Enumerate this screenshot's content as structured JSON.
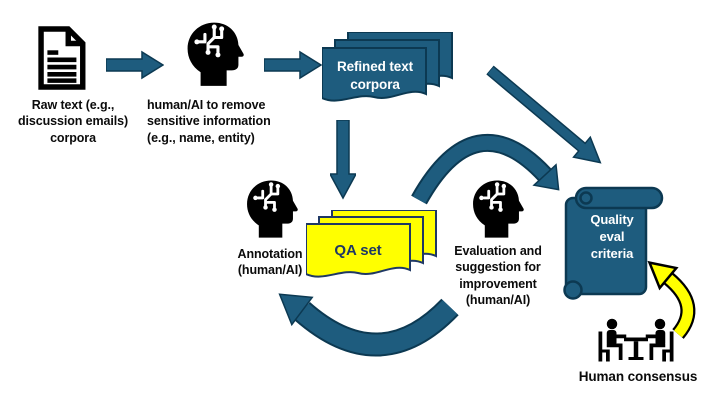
{
  "colors": {
    "teal": "#1e5c7e",
    "teal_outline": "#0c3952",
    "yellow": "#ffff00",
    "navy_text": "#1f3864",
    "icon_black": "#000000",
    "label_black": "#0b0b0b",
    "background": "#ffffff"
  },
  "nodes": {
    "raw_corpus": {
      "label": "Raw text (e.g.,\ndiscussion emails)\ncorpora",
      "icon": "document-icon"
    },
    "deidentify": {
      "label": "human/AI to remove\nsensitive information\n(e.g., name, entity)",
      "icon": "ai-head-icon"
    },
    "refined_corpora": {
      "label": "Refined text\ncorpora",
      "shape": "stacked-documents"
    },
    "qa_set": {
      "label": "QA set",
      "shape": "stacked-documents"
    },
    "annotation": {
      "label": "Annotation\n(human/AI)",
      "icon": "ai-head-icon"
    },
    "evaluation": {
      "label": "Evaluation and\nsuggestion for\nimprovement\n(human/AI)",
      "icon": "ai-head-icon"
    },
    "quality_criteria": {
      "label": "Quality\neval\ncriteria",
      "shape": "scroll"
    },
    "human_consensus": {
      "label": "Human consensus",
      "icon": "meeting-table-icon"
    }
  }
}
